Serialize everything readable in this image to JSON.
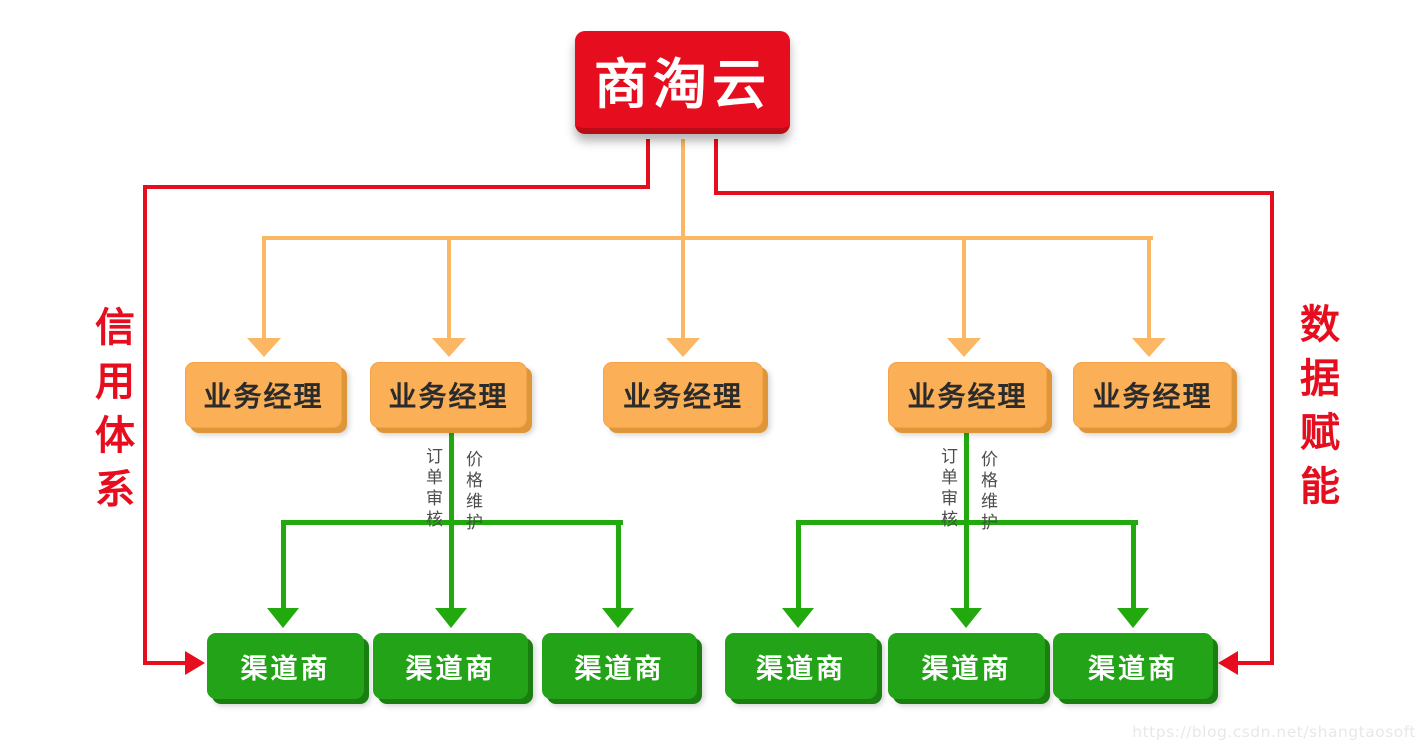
{
  "diagram": {
    "root": {
      "label": "商淘云"
    },
    "managers": [
      {
        "label": "业务经理"
      },
      {
        "label": "业务经理"
      },
      {
        "label": "业务经理"
      },
      {
        "label": "业务经理"
      },
      {
        "label": "业务经理"
      }
    ],
    "channels": [
      {
        "label": "渠道商"
      },
      {
        "label": "渠道商"
      },
      {
        "label": "渠道商"
      },
      {
        "label": "渠道商"
      },
      {
        "label": "渠道商"
      },
      {
        "label": "渠道商"
      }
    ],
    "edge_labels": {
      "order_review": "订单审核",
      "price_maintenance": "价格维护"
    },
    "side_labels": {
      "left": "信用体系",
      "right": "数据赋能"
    },
    "watermark": "https://blog.csdn.net/shangtaosoft",
    "colors": {
      "red": "#e60d1e",
      "red_dark": "#bb0b16",
      "orange_line": "#fbb763",
      "orange_box": "#fbaf57",
      "orange_box_shadow": "#df9638",
      "green_line": "#21a90e",
      "green_box": "#23a317",
      "green_box_shadow": "#1a7e10",
      "manager_text": "#2b2b2b",
      "white_text": "#ffffff",
      "edge_label_text": "#4d4d4d",
      "watermark_text": "#e8e8e8"
    }
  }
}
